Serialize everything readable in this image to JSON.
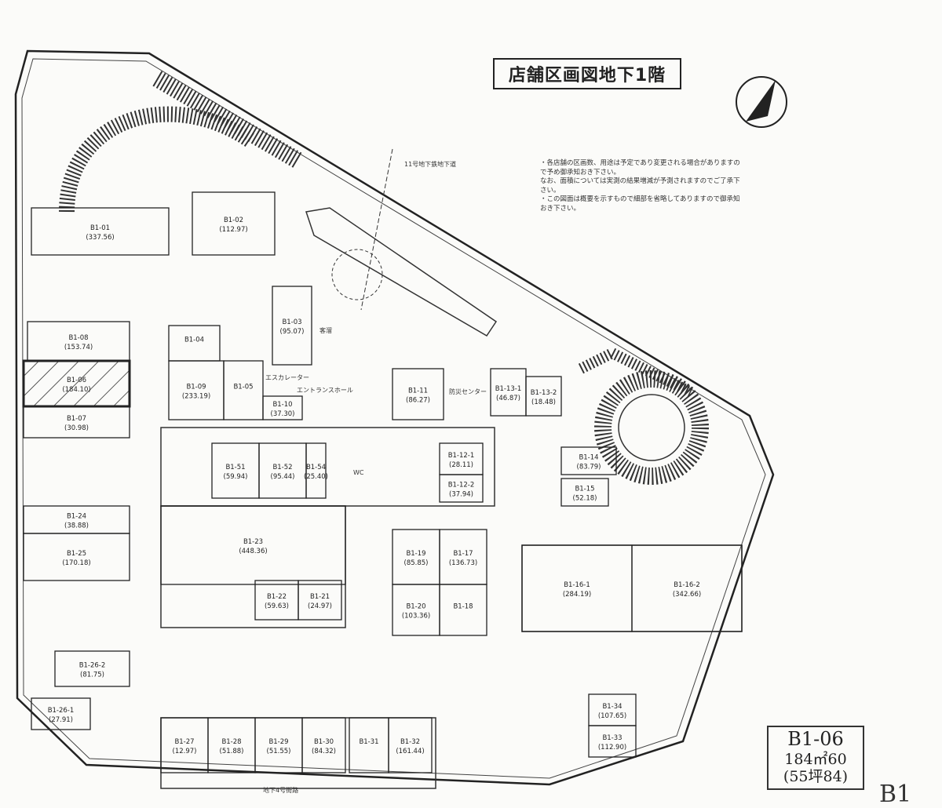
{
  "title": "店舗区画図地下1階",
  "notes": [
    "・各店舗の区画数、用途は予定であり変更される場合がありますので予め御承知おき下さい。",
    "なお、面積については実測の結果増減が予測されますのでご了承下さい。",
    "・この図面は概要を示すもので細部を省略してありますので御承知おき下さい。"
  ],
  "labels": {
    "subway": "11号地下鉄地下道",
    "entrance_hall": "エントランスホール",
    "escalator": "エスカレーター",
    "disaster_center": "防災センター",
    "street": "地下4号街路",
    "wc": "WC",
    "waiting": "客溜"
  },
  "units": [
    {
      "id": "B1-01",
      "area": "(337.56)"
    },
    {
      "id": "B1-02",
      "area": "(112.97)"
    },
    {
      "id": "B1-03",
      "area": "(95.07)"
    },
    {
      "id": "B1-04",
      "area": ""
    },
    {
      "id": "B1-09",
      "area": "(233.19)"
    },
    {
      "id": "B1-05",
      "area": ""
    },
    {
      "id": "B1-08",
      "area": "(153.74)"
    },
    {
      "id": "B1-06",
      "area": "(184.10)"
    },
    {
      "id": "B1-07",
      "area": "(30.98)"
    },
    {
      "id": "B1-10",
      "area": "(37.30)"
    },
    {
      "id": "B1-11",
      "area": "(86.27)"
    },
    {
      "id": "B1-13-1",
      "area": "(46.87)"
    },
    {
      "id": "B1-13-2",
      "area": "(18.48)"
    },
    {
      "id": "B1-51",
      "area": "(59.94)"
    },
    {
      "id": "B1-52",
      "area": "(95.44)"
    },
    {
      "id": "B1-54",
      "area": "(25.40)"
    },
    {
      "id": "B1-12-1",
      "area": "(28.11)"
    },
    {
      "id": "B1-12-2",
      "area": "(37.94)"
    },
    {
      "id": "B1-14",
      "area": "(83.79)"
    },
    {
      "id": "B1-15",
      "area": "(52.18)"
    },
    {
      "id": "B1-24",
      "area": "(38.88)"
    },
    {
      "id": "B1-25",
      "area": "(170.18)"
    },
    {
      "id": "B1-23",
      "area": "(448.36)"
    },
    {
      "id": "B1-19",
      "area": "(85.85)"
    },
    {
      "id": "B1-17",
      "area": "(136.73)"
    },
    {
      "id": "B1-22",
      "area": "(59.63)"
    },
    {
      "id": "B1-21",
      "area": "(24.97)"
    },
    {
      "id": "B1-20",
      "area": "(103.36)"
    },
    {
      "id": "B1-18",
      "area": ""
    },
    {
      "id": "B1-16-1",
      "area": "(284.19)"
    },
    {
      "id": "B1-16-2",
      "area": "(342.66)"
    },
    {
      "id": "B1-26-2",
      "area": "(81.75)"
    },
    {
      "id": "B1-26-1",
      "area": "(27.91)"
    },
    {
      "id": "B1-27",
      "area": "(12.97)"
    },
    {
      "id": "B1-28",
      "area": "(51.88)"
    },
    {
      "id": "B1-29",
      "area": "(51.55)"
    },
    {
      "id": "B1-30",
      "area": "(84.32)"
    },
    {
      "id": "B1-31",
      "area": ""
    },
    {
      "id": "B1-32",
      "area": "(161.44)"
    },
    {
      "id": "B1-34",
      "area": "(107.65)"
    },
    {
      "id": "B1-33",
      "area": "(112.90)"
    }
  ],
  "selected_unit": {
    "id": "B1-06",
    "area_sqm": "184㎡60",
    "area_tsubo": "(55坪84)"
  },
  "floor_label": "B1"
}
